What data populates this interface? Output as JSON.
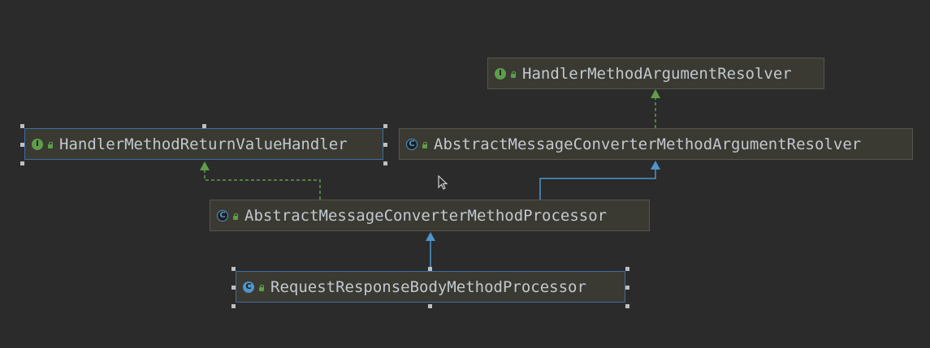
{
  "nodes": {
    "handler_method_argument_resolver": {
      "label": "HandlerMethodArgumentResolver",
      "kind": "interface",
      "icon_letter": "I",
      "selected": false
    },
    "handler_method_return_value_handler": {
      "label": "HandlerMethodReturnValueHandler",
      "kind": "interface",
      "icon_letter": "I",
      "selected": true
    },
    "abstract_message_converter_method_argument_resolver": {
      "label": "AbstractMessageConverterMethodArgumentResolver",
      "kind": "abstract-class",
      "icon_letter": "C",
      "selected": false
    },
    "abstract_message_converter_method_processor": {
      "label": "AbstractMessageConverterMethodProcessor",
      "kind": "abstract-class",
      "icon_letter": "C",
      "selected": false
    },
    "request_response_body_method_processor": {
      "label": "RequestResponseBodyMethodProcessor",
      "kind": "class",
      "icon_letter": "C",
      "selected": true
    }
  },
  "edges": [
    {
      "from": "abstract_message_converter_method_argument_resolver",
      "to": "handler_method_argument_resolver",
      "relation": "implements"
    },
    {
      "from": "abstract_message_converter_method_processor",
      "to": "handler_method_return_value_handler",
      "relation": "implements"
    },
    {
      "from": "abstract_message_converter_method_processor",
      "to": "abstract_message_converter_method_argument_resolver",
      "relation": "extends"
    },
    {
      "from": "request_response_body_method_processor",
      "to": "abstract_message_converter_method_processor",
      "relation": "extends"
    }
  ],
  "colors": {
    "background": "#2b2b2b",
    "node_fill": "#3a3a33",
    "node_border": "#56564d",
    "selected_border": "#3c6ea3",
    "implements_edge": "#5e9e4a",
    "extends_edge": "#4e95c9",
    "text": "#c2c8ce"
  }
}
